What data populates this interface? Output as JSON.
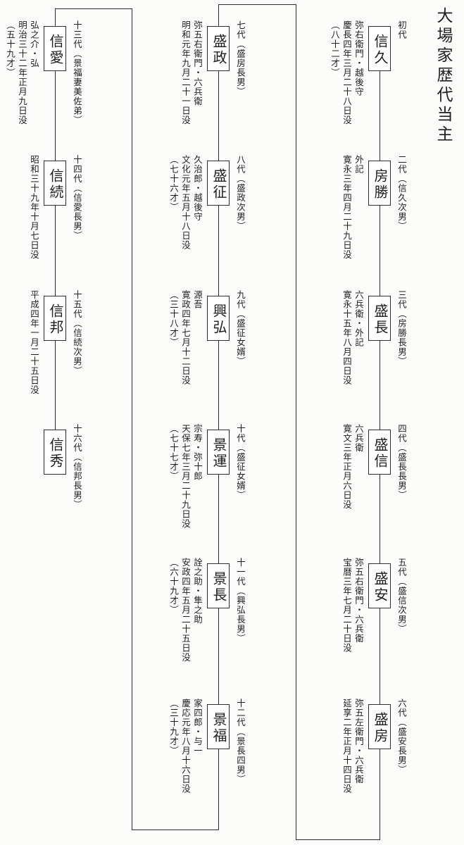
{
  "title": "大場家歴代当主",
  "persons": [
    {
      "name": "信久",
      "gen": "初代",
      "notes": [
        "弥右衛門・越後守",
        "慶長四年三月二十八日没",
        "（八十二才）"
      ]
    },
    {
      "name": "房勝",
      "gen": "二代（信久次男）",
      "notes": [
        "外記",
        "寛永三年四月二十九日没"
      ]
    },
    {
      "name": "盛長",
      "gen": "三代（房勝長男）",
      "notes": [
        "六兵衛・外記",
        "寛永十五年八月四日没"
      ]
    },
    {
      "name": "盛信",
      "gen": "四代（盛長長男）",
      "notes": [
        "六兵衛",
        "寛文三年正月六日没"
      ]
    },
    {
      "name": "盛安",
      "gen": "五代（盛信次男）",
      "notes": [
        "弥五右衛門・六兵衛",
        "宝暦三年七月二十日没"
      ]
    },
    {
      "name": "盛房",
      "gen": "六代（盛安長男）",
      "notes": [
        "弥五左衛門・六兵衛",
        "延享二年正月十四日没"
      ]
    },
    {
      "name": "盛政",
      "gen": "七代（盛房長男）",
      "notes": [
        "弥五右衛門・六兵衛",
        "明和元年九月二十一日没"
      ]
    },
    {
      "name": "盛征",
      "gen": "八代（盛政次男）",
      "notes": [
        "久治郎・越後守",
        "文化元年五月十八日没",
        "（七十六才）"
      ]
    },
    {
      "name": "興弘",
      "gen": "九代（盛征女婿）",
      "notes": [
        "源吾",
        "寛政四年七月十二日没",
        "（三十八才）"
      ]
    },
    {
      "name": "景運",
      "gen": "十代（盛征女婿）",
      "notes": [
        "宗寿・弥十郎",
        "天保七年三月二十九日没",
        "（七十七才）"
      ]
    },
    {
      "name": "景長",
      "gen": "十一代（興弘長男）",
      "notes": [
        "詮之助・隼之助",
        "安政四年五月二十五日没",
        "（六十九才）"
      ]
    },
    {
      "name": "景福",
      "gen": "十二代（景長四男）",
      "notes": [
        "家四郎・与一",
        "慶応元年八月十六日没",
        "（三十九才）"
      ]
    },
    {
      "name": "信愛",
      "gen": "十三代（景福妻美佐弟）",
      "notes": [
        "弘之介・弘",
        "明治三十二年正月九日没",
        "（五十九才）"
      ]
    },
    {
      "name": "信続",
      "gen": "十四代（信愛長男）",
      "notes": [
        "昭和三十九年十月七日没"
      ]
    },
    {
      "name": "信邦",
      "gen": "十五代（信続次男）",
      "notes": [
        "平成四年一月二十五日没"
      ]
    },
    {
      "name": "信秀",
      "gen": "十六代（信邦長男）",
      "notes": []
    }
  ]
}
